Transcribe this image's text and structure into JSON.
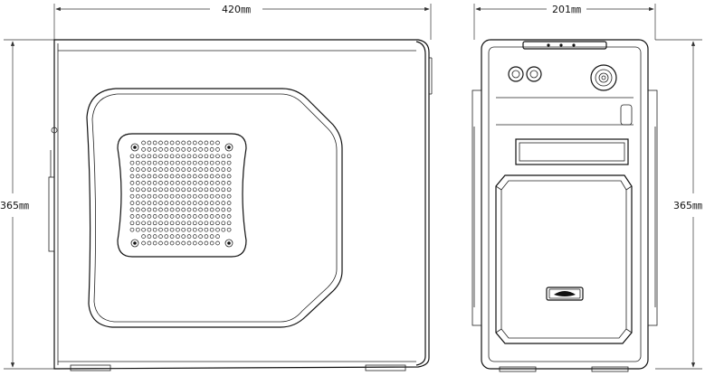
{
  "dimensions": {
    "side_width": "420㎜",
    "front_width": "201㎜",
    "side_height": "365㎜",
    "front_height": "365㎜"
  },
  "colors": {
    "line": "#111111",
    "background": "#ffffff"
  },
  "views": [
    {
      "name": "side-view",
      "icon": "vented-side-panel"
    },
    {
      "name": "front-view",
      "icon": "case-front-bezel"
    }
  ]
}
